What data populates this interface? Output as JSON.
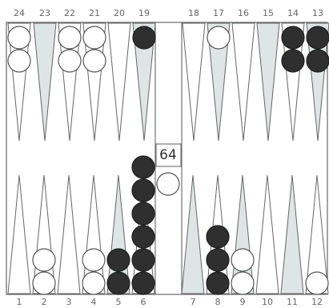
{
  "game": "backgammon",
  "colors": {
    "board": "#ffffff",
    "frame": "#666666",
    "point_light": "#ffffff",
    "point_shaded": "#dde5e5",
    "white_checker": "#ffffff",
    "white_checker_stroke": "#555555",
    "black_checker": "#2f2f2f",
    "black_checker_stroke": "#1f1f1f",
    "cube_fill": "#ffffff",
    "cube_stroke": "#777777"
  },
  "top_labels": [
    "24",
    "23",
    "22",
    "21",
    "20",
    "19",
    "18",
    "17",
    "16",
    "15",
    "14",
    "13"
  ],
  "bottom_labels": [
    "1",
    "2",
    "3",
    "4",
    "5",
    "6",
    "7",
    "8",
    "9",
    "10",
    "11",
    "12"
  ],
  "doubling_cube": {
    "value": "64"
  },
  "positions": {
    "top": [
      {
        "point": "24",
        "color": "white",
        "count": 2,
        "shaded": false
      },
      {
        "point": "23",
        "color": "none",
        "count": 0,
        "shaded": true
      },
      {
        "point": "22",
        "color": "white",
        "count": 2,
        "shaded": false
      },
      {
        "point": "21",
        "color": "white",
        "count": 2,
        "shaded": false
      },
      {
        "point": "20",
        "color": "none",
        "count": 0,
        "shaded": false
      },
      {
        "point": "19",
        "color": "black",
        "count": 1,
        "shaded": true
      },
      {
        "point": "18",
        "color": "none",
        "count": 0,
        "shaded": false
      },
      {
        "point": "17",
        "color": "white",
        "count": 1,
        "shaded": true
      },
      {
        "point": "16",
        "color": "none",
        "count": 0,
        "shaded": false
      },
      {
        "point": "15",
        "color": "none",
        "count": 0,
        "shaded": true
      },
      {
        "point": "14",
        "color": "black",
        "count": 2,
        "shaded": false
      },
      {
        "point": "13",
        "color": "black",
        "count": 2,
        "shaded": true
      }
    ],
    "bottom": [
      {
        "point": "1",
        "color": "none",
        "count": 0,
        "shaded": false
      },
      {
        "point": "2",
        "color": "white",
        "count": 2,
        "shaded": false
      },
      {
        "point": "3",
        "color": "none",
        "count": 0,
        "shaded": false
      },
      {
        "point": "4",
        "color": "white",
        "count": 2,
        "shaded": false
      },
      {
        "point": "5",
        "color": "black",
        "count": 2,
        "shaded": true
      },
      {
        "point": "6",
        "color": "black",
        "count": 6,
        "shaded": false
      },
      {
        "point": "7",
        "color": "none",
        "count": 0,
        "shaded": true
      },
      {
        "point": "8",
        "color": "black",
        "count": 3,
        "shaded": false
      },
      {
        "point": "9",
        "color": "white",
        "count": 2,
        "shaded": true
      },
      {
        "point": "10",
        "color": "none",
        "count": 0,
        "shaded": false
      },
      {
        "point": "11",
        "color": "none",
        "count": 0,
        "shaded": true
      },
      {
        "point": "12",
        "color": "white",
        "count": 1,
        "shaded": false
      }
    ],
    "bar": [
      {
        "color": "white",
        "count": 1
      }
    ]
  }
}
